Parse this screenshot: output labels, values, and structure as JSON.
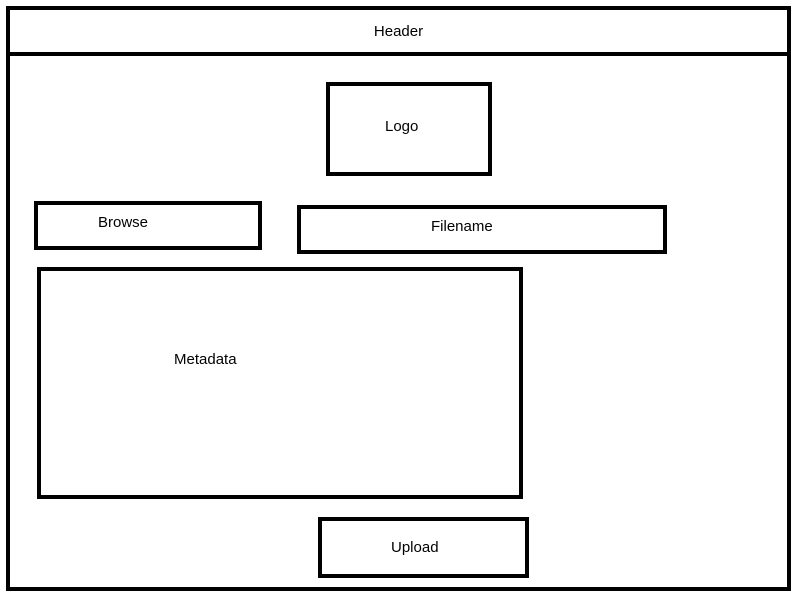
{
  "header": {
    "label": "Header"
  },
  "logo": {
    "label": "Logo"
  },
  "browse": {
    "label": "Browse"
  },
  "filename": {
    "label": "Filename"
  },
  "metadata": {
    "label": "Metadata"
  },
  "upload": {
    "label": "Upload"
  },
  "colors": {
    "stroke": "#000000",
    "background": "#ffffff"
  }
}
